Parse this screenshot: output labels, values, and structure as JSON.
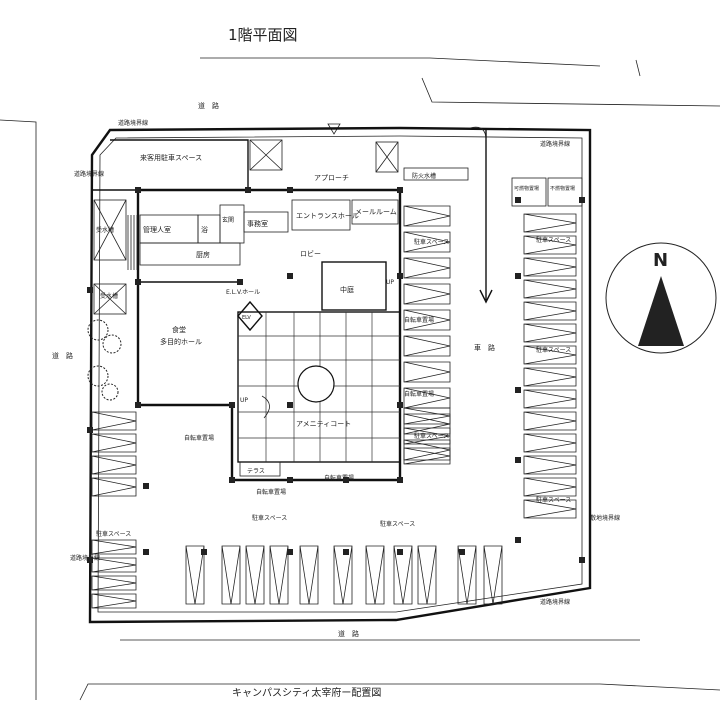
{
  "title": "1階平面図",
  "caption": "キャンパスシティ太宰府ー配置図",
  "compass": {
    "label": "N"
  },
  "roads": {
    "top": "道　路",
    "bottom": "道　路",
    "left": "道　路",
    "right": "車　路",
    "boundary": "道路境界線",
    "site_boundary": "敷地境界線"
  },
  "rooms": {
    "guest_parking": "来客用駐車スペース",
    "approach": "アプローチ",
    "water_tank_1": "受水槽",
    "water_tank_2": "受水槽",
    "manager_room": "管理人室",
    "bath": "浴",
    "entrance": "玄関",
    "office": "事務室",
    "kitchen": "厨房",
    "entrance_hall": "エントランスホール",
    "mail_room": "メールルーム",
    "lobby": "ロビー",
    "courtyard": "中庭",
    "elv_hall": "E.L.V.ホール",
    "elv": "ELV",
    "dining": "食堂",
    "multipurpose": "多目的ホール",
    "amenity_court": "アメニティコート",
    "terrace": "テラス",
    "fire_tank": "防火水槽",
    "burnable_garbage": "可燃物置場",
    "nonburnable_garbage": "不燃物置場",
    "up": "UP"
  },
  "parking_label": "駐車スペース",
  "bicycle_label": "自転車置場"
}
